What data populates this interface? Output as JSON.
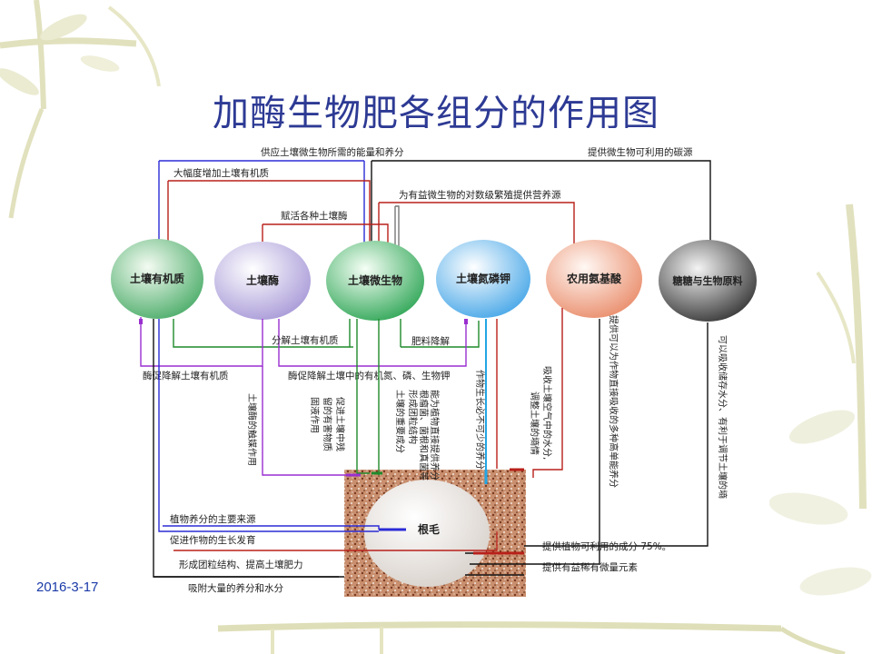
{
  "slide": {
    "title": "加酶生物肥各组分的作用图",
    "date": "2016-3-17"
  },
  "nodes": {
    "organic": "土壤有机质",
    "enzyme": "土壤酶",
    "microbe": "土壤微生物",
    "npk": "土壤氮磷钾",
    "amino": "农用氨基酸",
    "molasses": "糖糖与生物原料",
    "root": "根毛"
  },
  "labels": {
    "top1": "供应土壤微生物所需的能量和养分",
    "top2": "提供微生物可利用的碳源",
    "top3": "大幅度增加土壤有机质",
    "top4": "为有益微生物的对数级繁殖提供营养源",
    "top5": "赋活各种土壤酶",
    "mid1": "分解土壤有机质",
    "mid2": "肥料降解",
    "mid3": "酶促降解土壤有机质",
    "mid4": "酶促降解土壤中的有机氮、磷、生物钾",
    "v1": "土壤酶的触媒作用",
    "v2a": "促进土壤中残",
    "v2b": "留的有害物质",
    "v2c": "固液作用",
    "v3a": "土壤的重要成分",
    "v3b": "形成团粒结构",
    "v3c": "根瘤菌、菌根和真菌等",
    "v3d": "能为植物直接提供养分",
    "v4": "作物生长必不可少的养分",
    "v5a": "吸收土壤空气中的水分,",
    "v5b": "调整土壤的墒情",
    "v6": "提供可以为作物直接吸收的多种高单能养分",
    "v7": "可以吸收储存水分、有利于调节土壤的墒",
    "b1": "植物养分的主要来源",
    "b2": "促进作物的生长发育",
    "b3": "形成团粒结构、提高土壤肥力",
    "b4": "吸附大量的养分和水分",
    "b5": "提供植物可利用的成分 75%。",
    "b6": "提供有益稀有微量元素"
  },
  "colors": {
    "title": "#2d3a94",
    "blue_line": "#2b2bd6",
    "red_line": "#b8201a",
    "green_line": "#1f8a2a",
    "purple_line": "#9a2fd0",
    "cyan_line": "#22a6e6",
    "black_line": "#111111",
    "gray_line": "#777777"
  }
}
